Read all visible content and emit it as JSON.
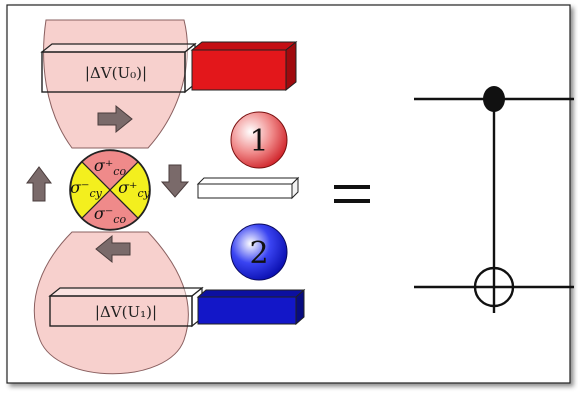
{
  "panel": {
    "label_dv0": "|ΔV(U₀)|",
    "label_dv1": "|ΔV(U₁)|",
    "qubit_1": "1",
    "qubit_2": "2",
    "sigma_co_plus": "σ⁺",
    "sigma_co_plus_sub": "co",
    "sigma_co_minus": "σ⁻",
    "sigma_co_minus_sub": "co",
    "sigma_cy_minus": "σ⁻",
    "sigma_cy_minus_sub": "cy",
    "sigma_cy_plus": "σ⁺",
    "sigma_cy_plus_sub": "cy",
    "equals": "="
  },
  "colors": {
    "lobe_fill": "#f6c8c4",
    "quadrant_red": "#ef8a8a",
    "quadrant_yellow": "#f3ef1e",
    "red_block": "#e3171b",
    "blue_block": "#1317c8",
    "arrow_gray": "#7a6a6a"
  },
  "icons": {
    "arrow_right": "arrow-right-icon",
    "arrow_left": "arrow-left-icon",
    "arrow_up": "arrow-up-icon",
    "arrow_down": "arrow-down-icon",
    "control_dot": "control-dot-icon",
    "target_xor": "target-xor-icon"
  }
}
